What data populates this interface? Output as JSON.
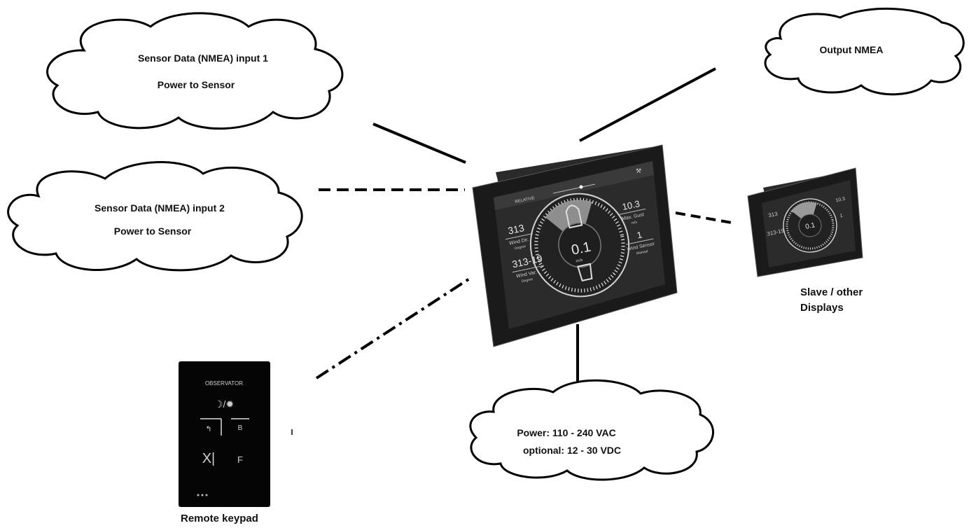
{
  "clouds": {
    "sensor1": {
      "line1": "Sensor Data (NMEA) input 1",
      "line2": "Power to Sensor"
    },
    "output": {
      "line1": "Output  NMEA"
    },
    "sensor2": {
      "line1": "Sensor Data (NMEA) input 2",
      "line2": "Power to Sensor"
    },
    "power": {
      "line1": "Power: 110 - 240 VAC",
      "line2": "optional: 12 - 30 VDC"
    }
  },
  "main_display": {
    "header_label": "RELATIVE",
    "left_top_value": "313",
    "left_top_label": "Wind Dir.",
    "left_top_unit": "Degree",
    "left_bottom_value": "313-19",
    "left_bottom_label": "Wind Var.",
    "left_bottom_unit": "Degree",
    "right_top_value": "10.3",
    "right_top_label": "Max. Gust",
    "right_top_unit": "m/s",
    "right_bottom_value": "1",
    "right_bottom_label": "Wind Sensor",
    "right_bottom_unit": "Manual",
    "center_value": "0.1",
    "center_unit": "m/s"
  },
  "slave_display": {
    "center_value": "0.1",
    "left_top_value": "313",
    "left_bottom_value": "313-19",
    "right_top_value": "10.3",
    "right_bottom_value": "1"
  },
  "keypad": {
    "brand": "OBSERVATOR",
    "key_dim": "☽/✹",
    "key_left": "↰",
    "key_right": "B",
    "key_cancel": "X|",
    "key_f": "F"
  },
  "captions": {
    "slave_line1": "Slave / other",
    "slave_line2": "Displays",
    "keypad": "Remote keypad"
  },
  "colors": {
    "device_body": "#1a1a1a",
    "screen": "#2b2b2b",
    "highlight": "#9a9a9a"
  }
}
